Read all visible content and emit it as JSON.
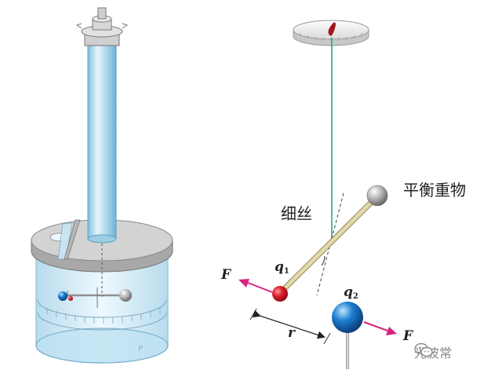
{
  "labels": {
    "fiber": "细丝",
    "counterweight": "平衡重物",
    "force_left": "F",
    "force_right": "F",
    "charge1_base": "q",
    "charge1_sub": "1",
    "charge2_base": "q",
    "charge2_sub": "2",
    "distance": "r"
  },
  "watermark": {
    "text": "光波常",
    "icon": "wechat-icon"
  },
  "colors": {
    "glass": "#a9d6ea",
    "fiber": "#1fa88f",
    "force_arrow": "#d6247f",
    "charge1": "#e01c2c",
    "charge2": "#1b7fd1",
    "pointer": "#a31520"
  }
}
